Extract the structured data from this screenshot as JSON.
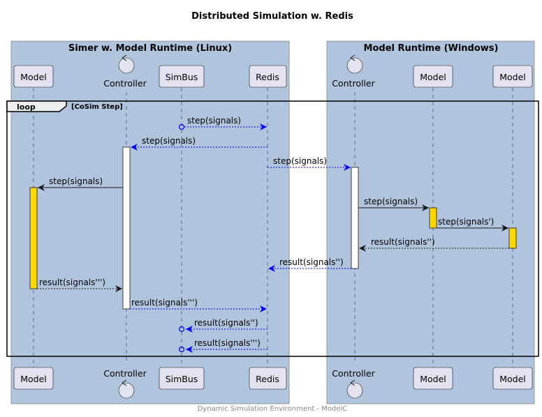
{
  "title": "Distributed Simulation w. Redis",
  "footer": "Dynamic Simulation Environment - ModelC",
  "boxes": {
    "left": "Simer w. Model Runtime (Linux)",
    "right": "Model Runtime (Windows)"
  },
  "participants": {
    "model_l": "Model",
    "controller_l": "Controller",
    "simbus": "SimBus",
    "redis": "Redis",
    "controller_r": "Controller",
    "model_r1": "Model",
    "model_r2": "Model"
  },
  "loop": {
    "keyword": "loop",
    "condition": "[CoSim Step]"
  },
  "messages": [
    "step(signals)",
    "step(signals)",
    "step(signals)",
    "step(signals)",
    "step(signals)",
    "step(signals')",
    "result(signals'')",
    "result(signals'')",
    "result(signals''')",
    "result(signals''')",
    "result(signals'')",
    "result(signals''')"
  ],
  "colors": {
    "box_fill": "#B0C4DE",
    "participant_fill": "#E2E2F0",
    "activation_model": "#FFD700",
    "activation_controller": "#FFFFFF",
    "remote_arrow": "#0000FF",
    "local_arrow": "#181818"
  }
}
